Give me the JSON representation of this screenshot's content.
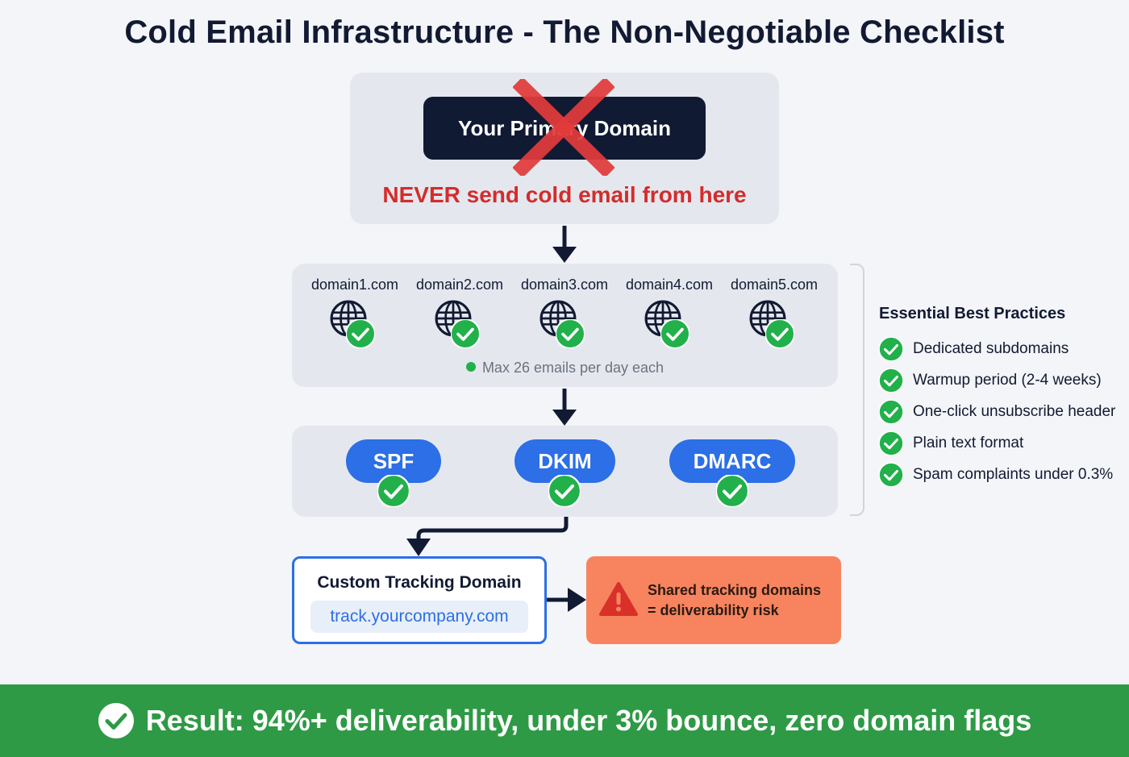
{
  "title": "Cold Email Infrastructure - The Non-Negotiable Checklist",
  "primary": {
    "label": "Your Primary Domain",
    "warning": "NEVER send cold email from here"
  },
  "domains": {
    "items": [
      "domain1.com",
      "domain2.com",
      "domain3.com",
      "domain4.com",
      "domain5.com"
    ],
    "note": "Max 26 emails per day each",
    "icon": "globe-icon"
  },
  "auth": [
    "SPF",
    "DKIM",
    "DMARC"
  ],
  "best_practices": {
    "title": "Essential Best Practices",
    "items": [
      "Dedicated subdomains",
      "Warmup period (2-4 weeks)",
      "One-click unsubscribe header",
      "Plain text format",
      "Spam complaints under 0.3%"
    ]
  },
  "tracking": {
    "title": "Custom Tracking Domain",
    "url": "track.yourcompany.com"
  },
  "warning": {
    "line1": "Shared tracking domains",
    "line2": "= deliverability risk"
  },
  "result": "Result: 94%+ deliverability, under 3% bounce, zero domain flags",
  "colors": {
    "navy": "#111a33",
    "red": "#d42c2c",
    "green": "#22b04b",
    "blue": "#2c6fe6",
    "orange": "#f7845e",
    "result_bar": "#2e9a45"
  }
}
